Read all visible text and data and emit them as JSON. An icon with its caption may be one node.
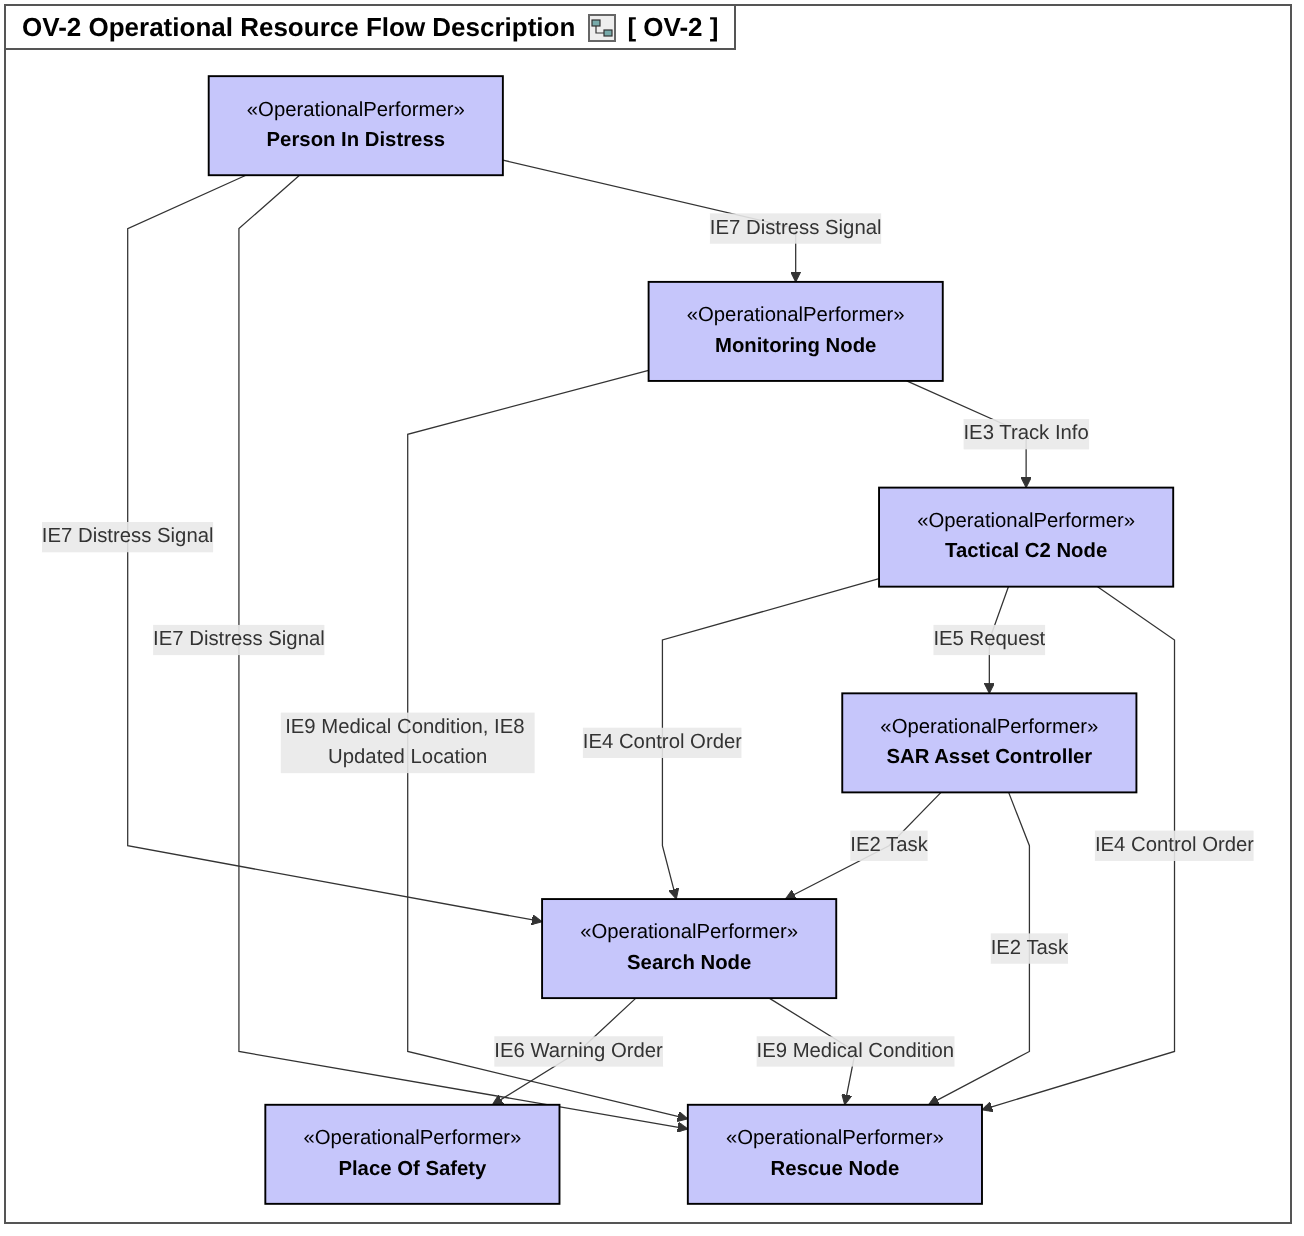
{
  "diagram": {
    "title": "OV-2 Operational Resource Flow Description",
    "nodes": [
      {
        "text": [
          "«OperationalPerformer»",
          "Search Node"
        ]
      },
      {
        "text": [
          "«OperationalPerformer»",
          "Place Of Safety"
        ]
      },
      {
        "text": [
          "«OperationalPerformer»",
          "Rescue Node"
        ]
      },
      {
        "text": [
          "«OperationalPerformer»",
          "Person In Distress"
        ]
      },
      {
        "text": [
          "«OperationalPerformer»",
          "SAR Asset Controller"
        ]
      },
      {
        "text": [
          "«OperationalPerformer»",
          "Monitoring Node"
        ]
      },
      {
        "text": [
          "«OperationalPerformer»",
          "Tactical C2 Node"
        ]
      }
    ],
    "edges": [
      {
        "from": 0,
        "to": 1,
        "arrow": "to",
        "label": "IE6 Warning Order"
      },
      {
        "from": 3,
        "to": 0,
        "arrow": "to",
        "label": "IE7 Distress Signal"
      },
      {
        "from": 3,
        "to": 2,
        "arrow": "to",
        "label": "IE7 Distress Signal"
      },
      {
        "from": 0,
        "to": 2,
        "arrow": "to",
        "label": "IE9 Medical Condition"
      },
      {
        "from": 4,
        "to": 0,
        "arrow": "to",
        "label": "IE2 Task"
      },
      {
        "from": 4,
        "to": 2,
        "arrow": "to",
        "label": "IE2 Task"
      },
      {
        "from": 6,
        "to": 0,
        "arrow": "to",
        "label": "IE4 Control Order"
      },
      {
        "from": 3,
        "to": 5,
        "arrow": "to",
        "label": "IE7 Distress Signal"
      },
      {
        "from": 5,
        "to": 2,
        "arrow": "to",
        "label": "IE9 Medical Condition, IE8 Updated Location"
      },
      {
        "from": 6,
        "to": 4,
        "arrow": "to",
        "label": "IE5 Request"
      },
      {
        "from": 6,
        "to": 2,
        "arrow": "to",
        "label": "IE4 Control Order"
      },
      {
        "from": 5,
        "to": 6,
        "arrow": "to",
        "label": "IE3 Track Info"
      }
    ],
    "labels": [
      "[ OV-2 ]"
    ]
  }
}
